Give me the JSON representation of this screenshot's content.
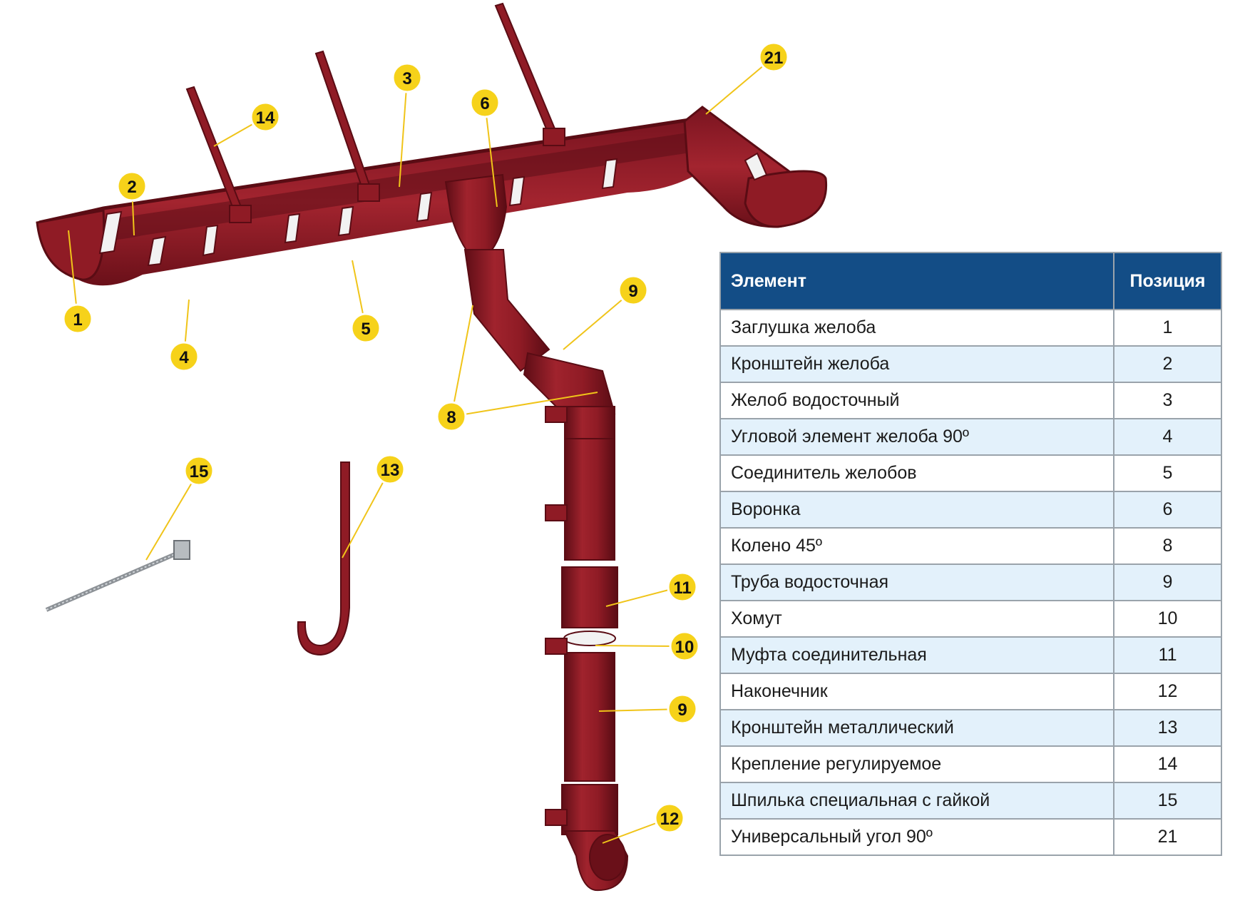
{
  "colors": {
    "product": "#8f1b25",
    "product_dark": "#6a1019",
    "callout": "#f6d21a",
    "table_header": "#134d86",
    "table_row_alt": "#e3f1fb"
  },
  "callouts": [
    "1",
    "2",
    "3",
    "4",
    "5",
    "6",
    "8",
    "9",
    "9",
    "10",
    "11",
    "12",
    "13",
    "14",
    "15",
    "21"
  ],
  "table": {
    "header": {
      "element": "Элемент",
      "position": "Позиция"
    },
    "rows": [
      {
        "element": "Заглушка желоба",
        "position": "1"
      },
      {
        "element": "Кронштейн желоба",
        "position": "2"
      },
      {
        "element": "Желоб водосточный",
        "position": "3"
      },
      {
        "element": "Угловой элемент желоба 90º",
        "position": "4"
      },
      {
        "element": "Соединитель желобов",
        "position": "5"
      },
      {
        "element": "Воронка",
        "position": "6"
      },
      {
        "element": "Колено 45º",
        "position": "8"
      },
      {
        "element": "Труба водосточная",
        "position": "9"
      },
      {
        "element": "Хомут",
        "position": "10"
      },
      {
        "element": "Муфта соединительная",
        "position": "11"
      },
      {
        "element": "Наконечник",
        "position": "12"
      },
      {
        "element": "Кронштейн металлический",
        "position": "13"
      },
      {
        "element": "Крепление регулируемое",
        "position": "14"
      },
      {
        "element": "Шпилька специальная с гайкой",
        "position": "15"
      },
      {
        "element": "Универсальный угол 90º",
        "position": "21"
      }
    ]
  }
}
